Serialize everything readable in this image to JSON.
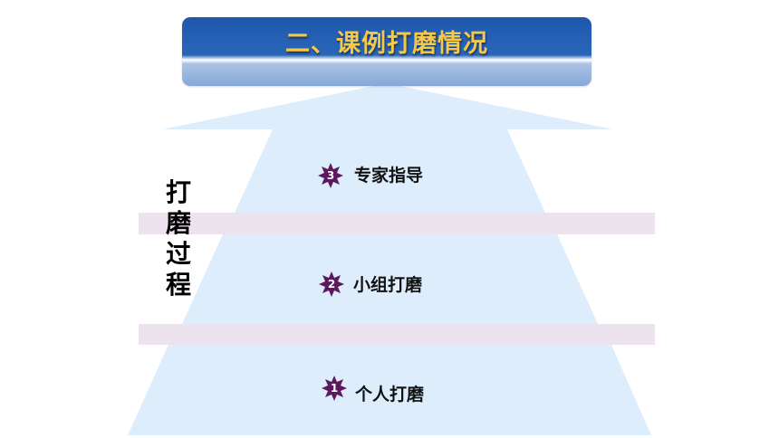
{
  "title": "二、课例打磨情况",
  "side_label": "打磨过程",
  "levels": [
    {
      "number": "3",
      "label": "专家指导"
    },
    {
      "number": "2",
      "label": "小组打磨"
    },
    {
      "number": "1",
      "label": "个人打磨"
    }
  ],
  "colors": {
    "pyramid_fill": "#deedfc",
    "band_fill": "#ede3ee",
    "badge_fill": "#5c1a5c",
    "title_text": "#f4c84a",
    "title_bg": "#1d58ad"
  },
  "icons": {
    "badge": "eight-point-star-icon"
  }
}
